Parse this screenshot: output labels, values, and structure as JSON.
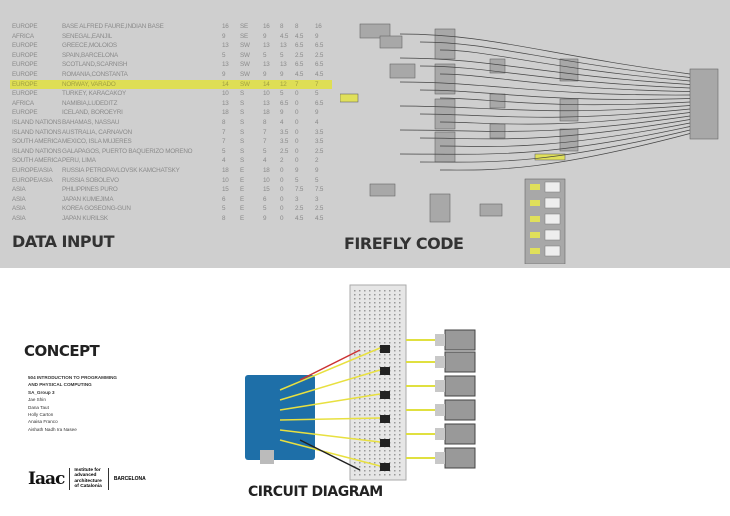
{
  "data_input": {
    "title": "DATA INPUT",
    "rows": [
      [
        "EUROPE",
        "BASE ALFRED FAURE,INDIAN BASE",
        "16",
        "SE",
        "16",
        "8",
        "8",
        "16"
      ],
      [
        "AFRICA",
        "SENEGAL,EANJIL",
        "9",
        "SE",
        "9",
        "4.5",
        "4.5",
        "9"
      ],
      [
        "EUROPE",
        "GREECE,MOLOIOS",
        "13",
        "SW",
        "13",
        "13",
        "6.5",
        "6.5"
      ],
      [
        "EUROPE",
        "SPAIN,BARCELONA",
        "5",
        "SW",
        "5",
        "5",
        "2.5",
        "2.5"
      ],
      [
        "EUROPE",
        "SCOTLAND,SCARNISH",
        "13",
        "SW",
        "13",
        "13",
        "6.5",
        "6.5"
      ],
      [
        "EUROPE",
        "ROMANIA,CONSTANTA",
        "9",
        "SW",
        "9",
        "9",
        "4.5",
        "4.5"
      ],
      [
        "EUROPE",
        "NORWAY, VARADO",
        "14",
        "SW",
        "14",
        "12",
        "7",
        "7"
      ],
      [
        "EUROPE",
        "TURKEY,  KARACAKOY",
        "10",
        "S",
        "10",
        "5",
        "0",
        "5"
      ],
      [
        "AFRICA",
        "NAMIBIA,LUDEDITZ",
        "13",
        "S",
        "13",
        "6.5",
        "0",
        "6.5"
      ],
      [
        "EUROPE",
        "ICELAND, BOROEYRI",
        "18",
        "S",
        "18",
        "9",
        "0",
        "9"
      ],
      [
        "ISLAND NATIONS",
        "BAHAMAS,   NASSAU",
        "8",
        "S",
        "8",
        "4",
        "0",
        "4"
      ],
      [
        "ISLAND NATIONS",
        "AUSTRALIA,  CARNAVON",
        "7",
        "S",
        "7",
        "3.5",
        "0",
        "3.5"
      ],
      [
        "SOUTH AMERICA",
        "MEXICO,  ISLA MUJERES",
        "7",
        "S",
        "7",
        "3.5",
        "0",
        "3.5"
      ],
      [
        "ISLAND NATIONS",
        "GALAPAGOS, PUERTO BAQUERIZO MORENO",
        "5",
        "S",
        "5",
        "2.5",
        "0",
        "2.5"
      ],
      [
        "SOUTH AMERICA",
        "PERU, LIMA",
        "4",
        "S",
        "4",
        "2",
        "0",
        "2"
      ],
      [
        "EUROPE/ASIA",
        "RUSSIA   PETROPAVLOVSK KAMCHATSKY",
        "18",
        "E",
        "18",
        "0",
        "9",
        "9"
      ],
      [
        "EUROPE/ASIA",
        "RUSSIA   SOBOLEVO",
        "10",
        "E",
        "10",
        "0",
        "5",
        "5"
      ],
      [
        "ASIA",
        "PHILIPPINES PURO",
        "15",
        "E",
        "15",
        "0",
        "7.5",
        "7.5"
      ],
      [
        "ASIA",
        "JAPAN KUMEJIMA",
        "6",
        "E",
        "6",
        "0",
        "3",
        "3"
      ],
      [
        "ASIA",
        "KOREA    GOSEONG-GUN",
        "5",
        "E",
        "5",
        "0",
        "2.5",
        "2.5"
      ],
      [
        "ASIA",
        "JAPAN KURILSK",
        "8",
        "E",
        "9",
        "0",
        "4.5",
        "4.5"
      ]
    ],
    "highlight_row": 6
  },
  "firefly": {
    "title": "FIREFLY CODE"
  },
  "concept": {
    "title": "CONCEPT",
    "course": "504 INTRODUCTION TO PROGRAMMING AND PHYSICAL COMPUTING",
    "group": "SA_Group 3",
    "members": [
      "Jae Shin",
      "Dana Taut",
      "Holly Carton",
      "Anaisa Franco",
      "Aishath Nadh Ira Nasee"
    ]
  },
  "logo": {
    "mark": "Iaac",
    "institute": [
      "Institute for",
      "advanced",
      "architecture",
      "of Catalonia"
    ],
    "city": "BARCELONA"
  },
  "circuit": {
    "title": "CIRCUIT DIAGRAM"
  },
  "colors": {
    "highlight": "#dede55",
    "panel": "#cfcfcf",
    "arduino": "#1e6fa8"
  }
}
